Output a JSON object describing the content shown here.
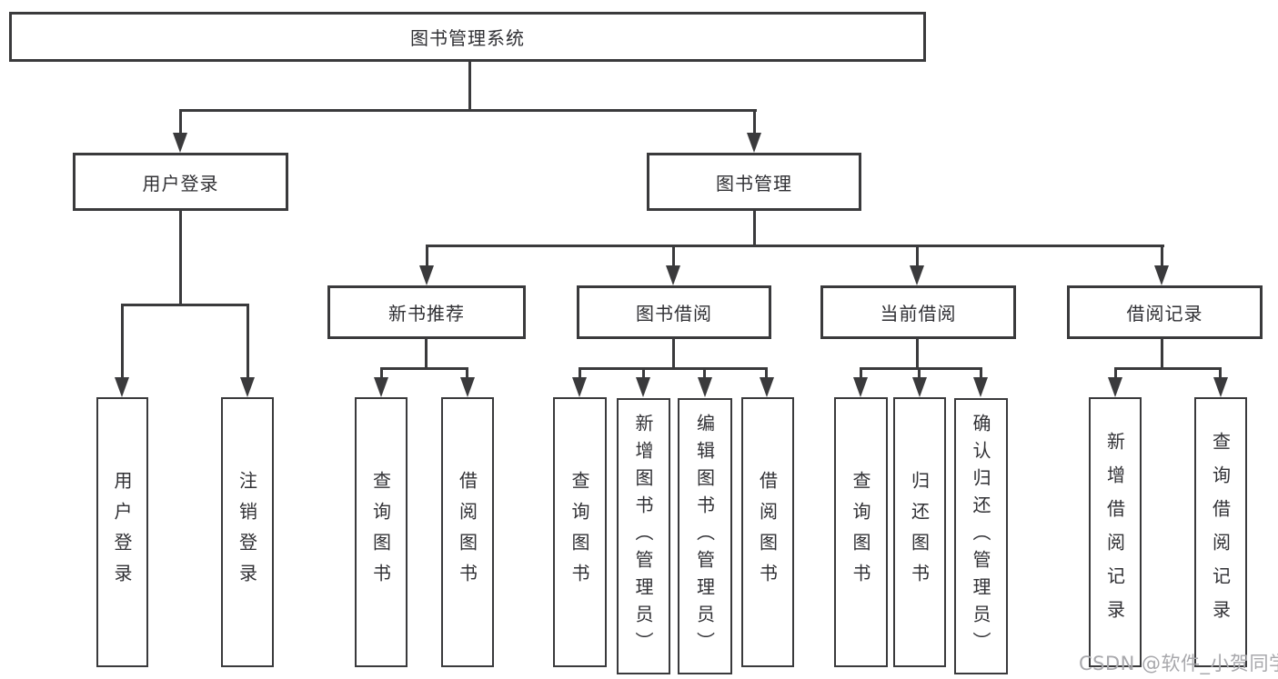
{
  "diagram": {
    "type": "hierarchy-tree",
    "root": {
      "label": "图书管理系统"
    },
    "level2": [
      {
        "label": "用户登录",
        "parent": "图书管理系统"
      },
      {
        "label": "图书管理",
        "parent": "图书管理系统"
      }
    ],
    "level3": [
      {
        "label": "新书推荐",
        "parent": "图书管理"
      },
      {
        "label": "图书借阅",
        "parent": "图书管理"
      },
      {
        "label": "当前借阅",
        "parent": "图书管理"
      },
      {
        "label": "借阅记录",
        "parent": "图书管理"
      }
    ],
    "leaves": [
      {
        "label": "用户登录",
        "parent": "用户登录"
      },
      {
        "label": "注销登录",
        "parent": "用户登录"
      },
      {
        "label": "查询图书",
        "parent": "新书推荐"
      },
      {
        "label": "借阅图书",
        "parent": "新书推荐"
      },
      {
        "label": "查询图书",
        "parent": "图书借阅"
      },
      {
        "label": "新增图书（管理员）",
        "parent": "图书借阅"
      },
      {
        "label": "编辑图书（管理员）",
        "parent": "图书借阅"
      },
      {
        "label": "借阅图书",
        "parent": "图书借阅"
      },
      {
        "label": "查询图书",
        "parent": "当前借阅"
      },
      {
        "label": "归还图书",
        "parent": "当前借阅"
      },
      {
        "label": "确认归还（管理员）",
        "parent": "当前借阅"
      },
      {
        "label": "新增借阅记录",
        "parent": "借阅记录"
      },
      {
        "label": "查询借阅记录",
        "parent": "借阅记录"
      }
    ]
  },
  "watermark": {
    "text": "CSDN @软件_小贺同学"
  },
  "colors": {
    "line": "#3a3a3c",
    "text": "#303034",
    "background": "#ffffff",
    "watermark_text": "#a8a8ac"
  }
}
